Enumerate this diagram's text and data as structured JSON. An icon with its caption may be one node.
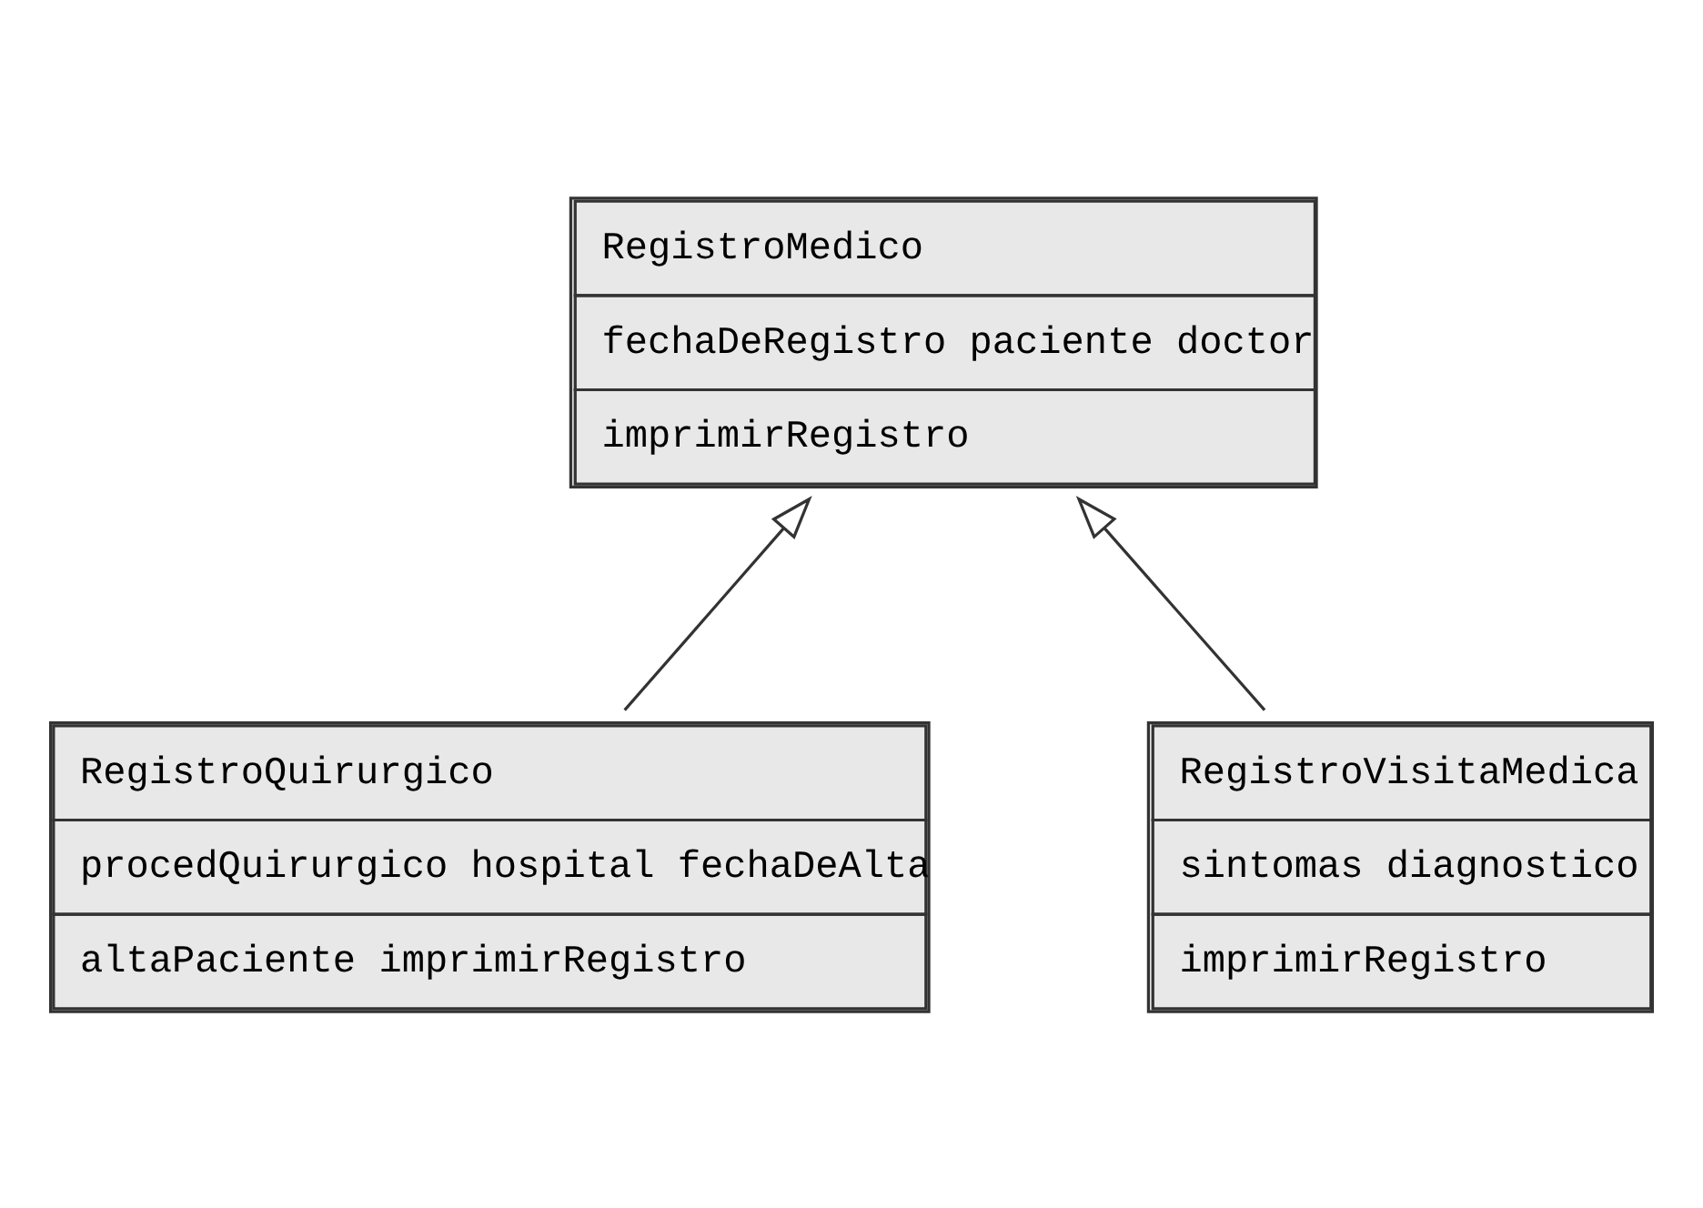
{
  "diagram": {
    "nodes": [
      {
        "text": [
          "RegistroMedico",
          "fechaDeRegistro paciente doctor",
          "imprimirRegistro"
        ]
      },
      {
        "text": [
          "RegistroQuirurgico",
          "procedQuirurgico hospital fechaDeAlta",
          "altaPaciente imprimirRegistro"
        ]
      },
      {
        "text": [
          "RegistroVisitaMedica",
          "sintomas diagnostico",
          "imprimirRegistro"
        ]
      }
    ],
    "edges": [
      {
        "from": 1,
        "to": 0,
        "arrow": "to"
      },
      {
        "from": 2,
        "to": 0,
        "arrow": "to"
      }
    ]
  }
}
